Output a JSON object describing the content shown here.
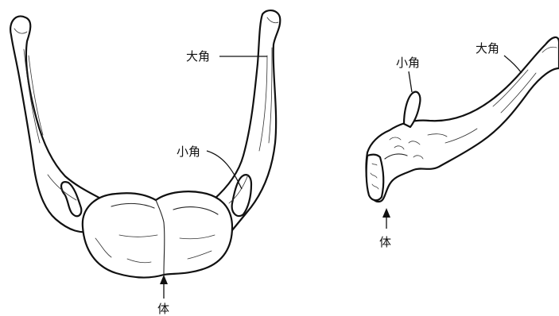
{
  "labels": {
    "front_greater_horn": "大角",
    "front_lesser_horn": "小角",
    "front_body": "体",
    "side_lesser_horn": "小角",
    "side_greater_horn": "大角",
    "side_body": "体"
  }
}
